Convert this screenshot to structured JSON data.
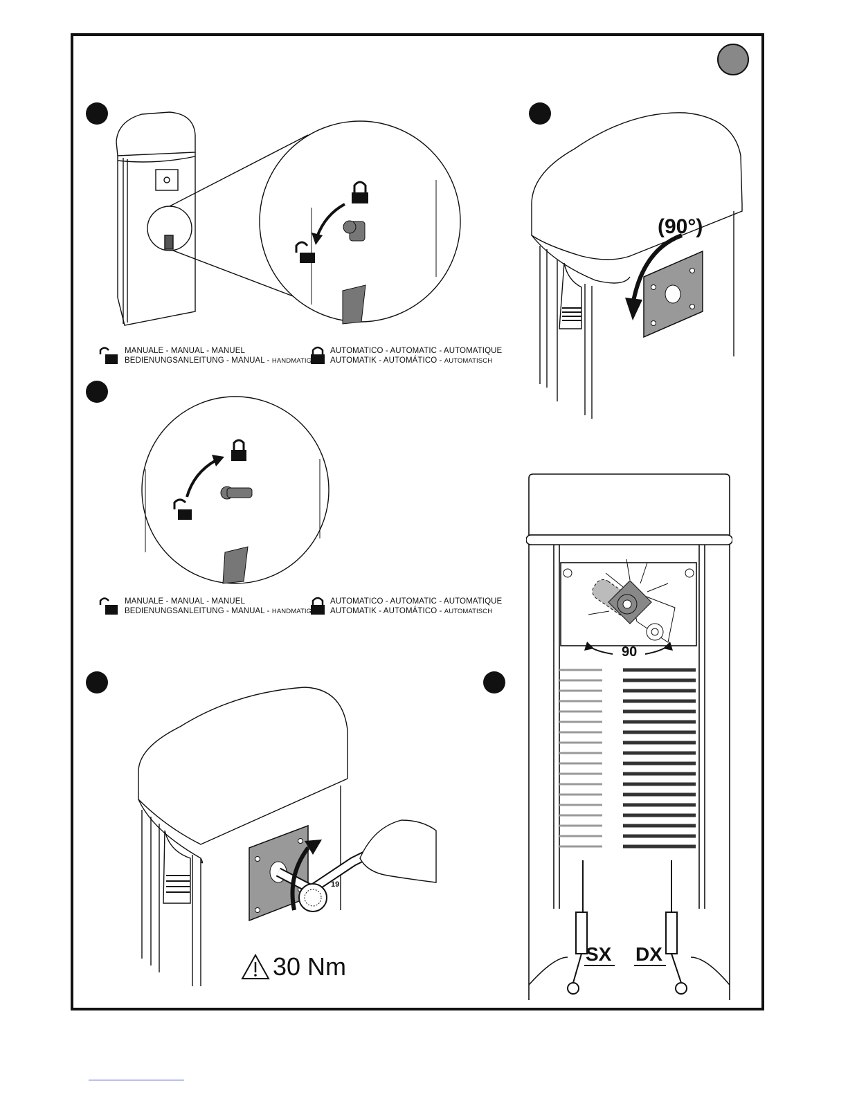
{
  "legend_manual": {
    "line1": "MANUALE - MANUAL - MANUEL",
    "line2a": "BEDIENUNGSANLEITUNG - MANUAL - ",
    "line2b": "HANDMATIG"
  },
  "legend_auto": {
    "line1": "AUTOMATICO - AUTOMATIC - AUTOMATIQUE",
    "line2a": "AUTOMATIK - AUTOMÁTICO - ",
    "line2b": "AUTOMATISCH"
  },
  "angle_label": "(90°)",
  "spring_angle_label": "90",
  "torque_label": "30 Nm",
  "wrench_size": "19",
  "left_label": "SX",
  "right_label": "DX",
  "icons": [
    "lock-open-icon",
    "lock-closed-icon",
    "key-icon",
    "warning-icon",
    "rotation-arrow-icon"
  ],
  "colors": {
    "badge": "#888888",
    "ink": "#111111"
  }
}
